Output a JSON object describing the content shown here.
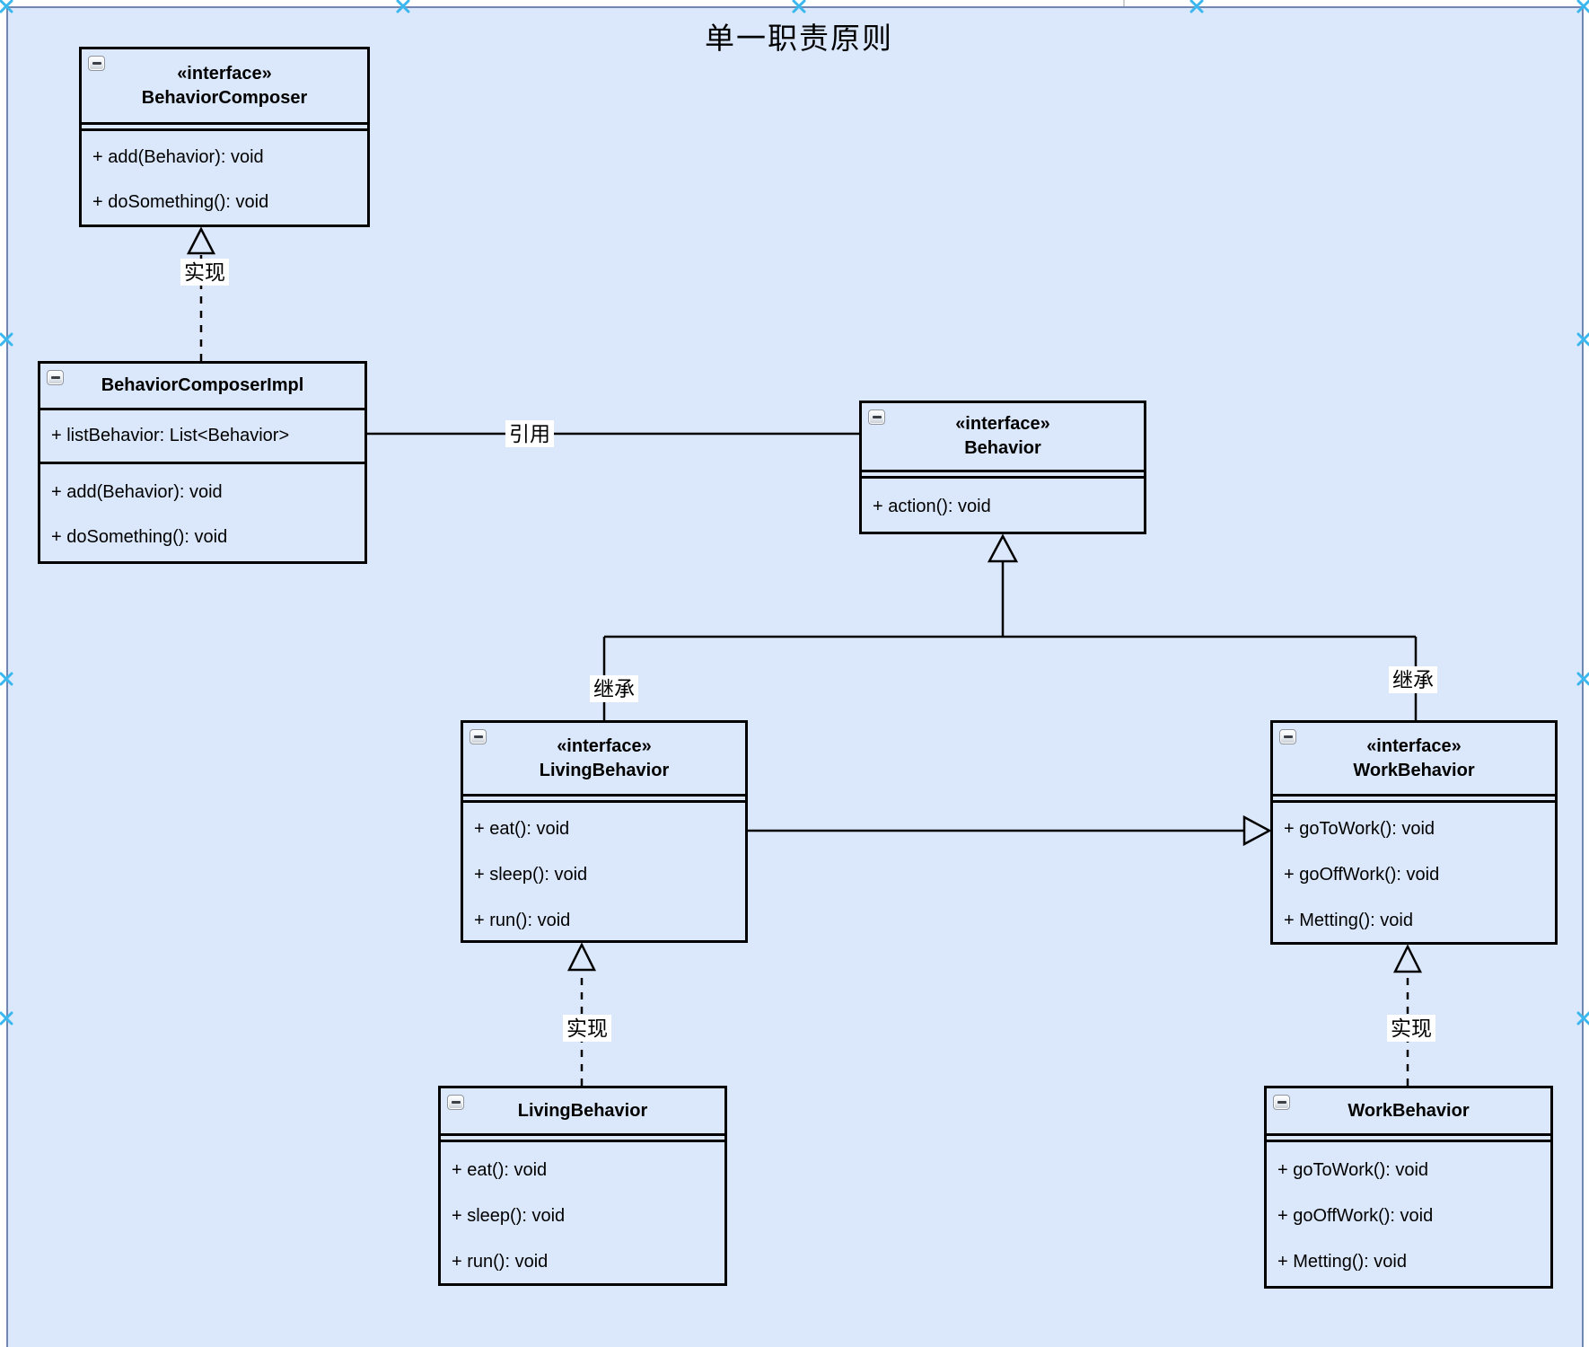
{
  "title": "单一职责原则",
  "colors": {
    "canvas_bg": "#dbe8fb",
    "canvas_border": "#7088b1",
    "box_border": "#000000",
    "anchor_marker": "#3ab7ef",
    "edge_label_bg": "#ffffff"
  },
  "icons": {
    "collapse": "minus-icon",
    "anchor": "x-cross-icon"
  },
  "edges": {
    "realize_top": {
      "label": "实现"
    },
    "reference": {
      "label": "引用"
    },
    "inherit_left": {
      "label": "继承"
    },
    "inherit_right": {
      "label": "继承"
    },
    "realize_left": {
      "label": "实现"
    },
    "realize_right": {
      "label": "实现"
    }
  },
  "boxes": {
    "composer_interface": {
      "stereotype": "«interface»",
      "name": "BehaviorComposer",
      "methods": [
        "+ add(Behavior): void",
        "+ doSomething(): void"
      ]
    },
    "composer_impl": {
      "name": "BehaviorComposerImpl",
      "attributes": [
        "+ listBehavior: List<Behavior>"
      ],
      "methods": [
        "+ add(Behavior): void",
        "+ doSomething(): void"
      ]
    },
    "behavior": {
      "stereotype": "«interface»",
      "name": "Behavior",
      "methods": [
        "+ action(): void"
      ]
    },
    "living_interface": {
      "stereotype": "«interface»",
      "name": "LivingBehavior",
      "methods": [
        "+ eat(): void",
        "+ sleep(): void",
        "+ run(): void"
      ]
    },
    "work_interface": {
      "stereotype": "«interface»",
      "name": "WorkBehavior",
      "methods": [
        "+ goToWork(): void",
        "+ goOffWork(): void",
        "+ Metting(): void"
      ]
    },
    "living_class": {
      "name": "LivingBehavior",
      "methods": [
        "+ eat(): void",
        "+ sleep(): void",
        "+ run(): void"
      ]
    },
    "work_class": {
      "name": "WorkBehavior",
      "methods": [
        "+ goToWork(): void",
        "+ goOffWork(): void",
        "+ Metting(): void"
      ]
    }
  }
}
